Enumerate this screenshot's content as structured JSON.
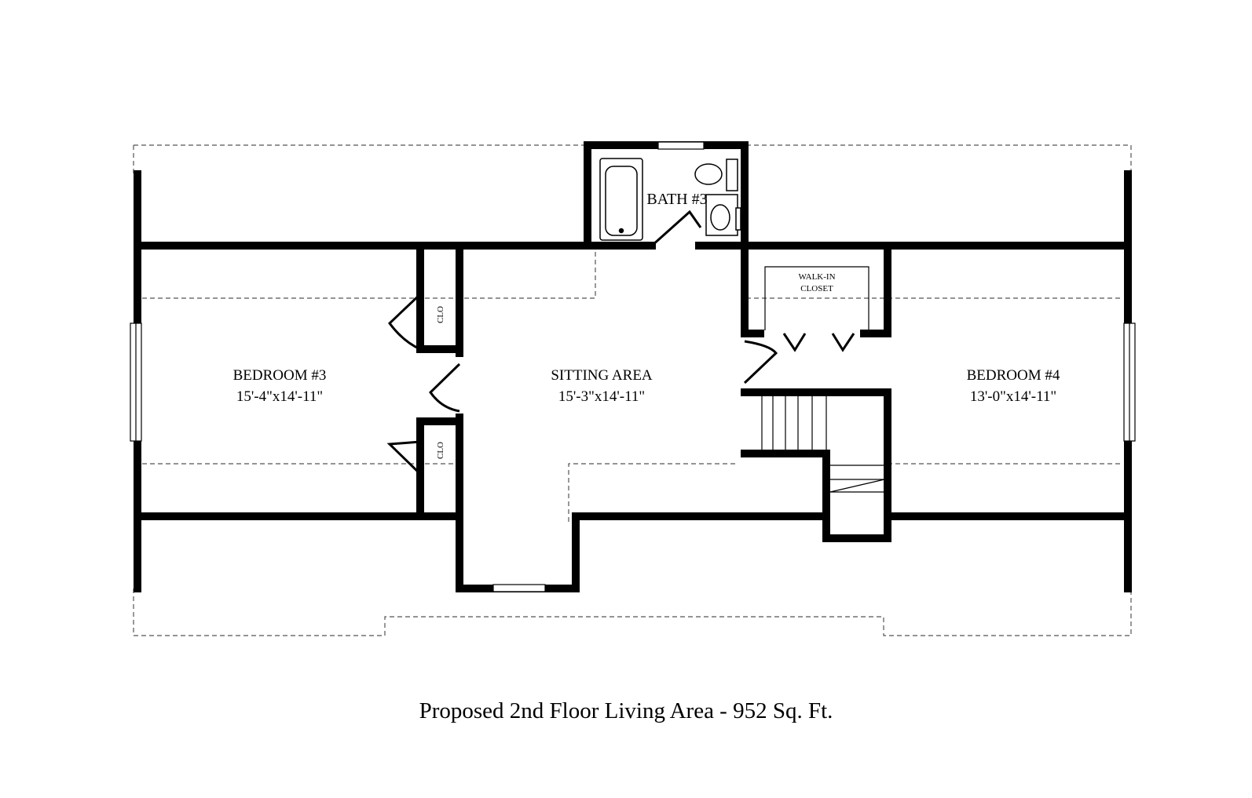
{
  "title": "Proposed 2nd Floor Living Area - 952 Sq. Ft.",
  "rooms": {
    "bath3": {
      "name": "BATH #3"
    },
    "bedroom3": {
      "name": "BEDROOM #3",
      "size": "15'-4\"x14'-11\""
    },
    "sitting": {
      "name": "SITTING AREA",
      "size": "15'-3\"x14'-11\""
    },
    "bedroom4": {
      "name": "BEDROOM #4",
      "size": "13'-0\"x14'-11\""
    },
    "walkin": {
      "line1": "WALK-IN",
      "line2": "CLOSET"
    },
    "clo_upper": {
      "name": "CLO"
    },
    "clo_lower": {
      "name": "CLO"
    }
  },
  "colors": {
    "wall": "#000000",
    "dashed": "#555555",
    "background": "#ffffff"
  }
}
